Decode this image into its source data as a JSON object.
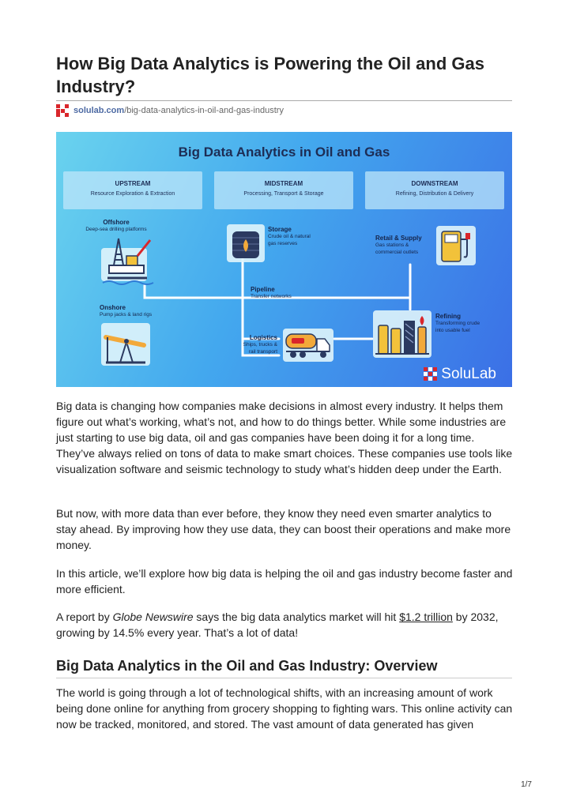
{
  "article": {
    "title": "How Big Data Analytics is Powering the Oil and Gas Industry?",
    "source_domain": "solulab.com",
    "source_path": "/big-data-analytics-in-oil-and-gas-industry"
  },
  "infographic": {
    "title": "Big Data Analytics in Oil and Gas",
    "stages": [
      {
        "name": "UPSTREAM",
        "desc": "Resource Exploration & Extraction"
      },
      {
        "name": "MIDSTREAM",
        "desc": "Processing, Transport & Storage"
      },
      {
        "name": "DOWNSTREAM",
        "desc": "Refining, Distribution & Delivery"
      }
    ],
    "nodes": {
      "offshore": {
        "title": "Offshore",
        "desc": "Deep-sea drilling platforms"
      },
      "onshore": {
        "title": "Onshore",
        "desc": "Pump jacks & land rigs"
      },
      "storage": {
        "title": "Storage",
        "desc1": "Crude oil & natural",
        "desc2": "gas reserves"
      },
      "pipeline": {
        "title": "Pipeline",
        "desc": "Transfer networks"
      },
      "logistics": {
        "title": "Logistics",
        "desc1": "Ships, trucks &",
        "desc2": "rail transport"
      },
      "retail": {
        "title": "Retail & Supply",
        "desc1": "Gas stations &",
        "desc2": "commercial outlets"
      },
      "refining": {
        "title": "Refining",
        "desc1": "Transforming crude",
        "desc2": "into usable fuel"
      }
    },
    "brand": "SoluLab",
    "colors": {
      "bg_start": "#6ad3ee",
      "bg_end": "#3b6fe6",
      "connector": "#ffffff",
      "brand_red": "#d9262b"
    }
  },
  "body": {
    "p1": "Big data is changing how companies make decisions in almost every industry. It helps them figure out what’s working, what’s not, and how to do things better. While some industries are just starting to use big data, oil and gas companies have been doing it for a long time. They’ve always relied on tons of data to make smart choices. These companies use tools like visualization software and seismic technology to study what’s hidden deep under the Earth.",
    "p2": "But now, with more data than ever before, they know they need even smarter analytics to stay ahead. By improving how they use data, they can boost their operations and make more money.",
    "p3": "In this article, we’ll explore how big data is helping the oil and gas industry become faster and more efficient.",
    "p4_a": "A report by ",
    "p4_source": "Globe Newswire",
    "p4_b": " says the big data analytics market will hit ",
    "p4_link": "$1.2 trillion",
    "p4_c": " by 2032, growing by 14.5% every year. That’s a lot of data!",
    "h2": "Big Data Analytics in the Oil and Gas Industry: Overview",
    "p5": "The world is going through a lot of technological shifts, with an increasing amount of work being done online for anything from grocery shopping to fighting wars. This online activity can now be tracked, monitored, and stored. The vast amount of data generated has given"
  },
  "footer": {
    "page_number": "1/7"
  }
}
